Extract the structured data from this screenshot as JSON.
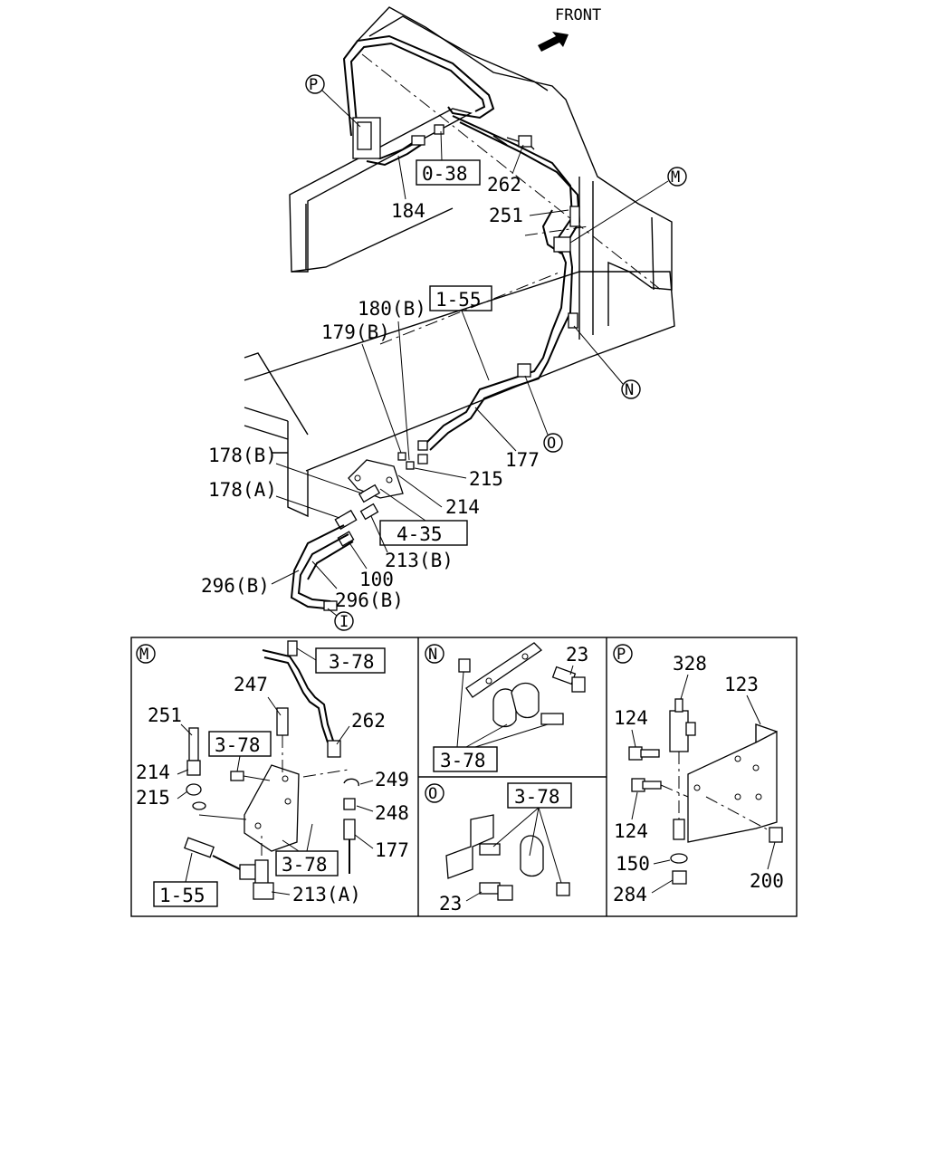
{
  "orientation": {
    "front": "FRONT"
  },
  "main_view": {
    "callouts": {
      "p184": "184",
      "p262": "262",
      "p251": "251",
      "p180b": "180(B)",
      "p179b": "179(B)",
      "p178b": "178(B)",
      "p178a": "178(A)",
      "p215": "215",
      "p214": "214",
      "p177": "177",
      "p213b": "213(B)",
      "p100": "100",
      "p296b_1": "296(B)",
      "p296b_2": "296(B)"
    },
    "references": {
      "r038": "0-38",
      "r155": "1-55",
      "r435": "4-35"
    },
    "detail_markers": {
      "m": "M",
      "n": "N",
      "o": "O",
      "p": "P",
      "i": "I"
    }
  },
  "detail_m": {
    "marker": "M",
    "references": {
      "ref_top": "3-78",
      "ref_left": "3-78",
      "ref_bottom": "3-78",
      "ref_155": "1-55"
    },
    "callouts": {
      "p247": "247",
      "p251": "251",
      "p262": "262",
      "p214": "214",
      "p215": "215",
      "p249": "249",
      "p248": "248",
      "p177": "177",
      "p213a": "213(A)"
    }
  },
  "detail_n": {
    "marker": "N",
    "references": {
      "ref": "3-78"
    },
    "callouts": {
      "p23": "23"
    }
  },
  "detail_o": {
    "marker": "O",
    "references": {
      "ref": "3-78"
    },
    "callouts": {
      "p23": "23"
    }
  },
  "detail_p": {
    "marker": "P",
    "callouts": {
      "p328": "328",
      "p123": "123",
      "p124_top": "124",
      "p124_bottom": "124",
      "p150": "150",
      "p284": "284",
      "p200": "200"
    }
  }
}
